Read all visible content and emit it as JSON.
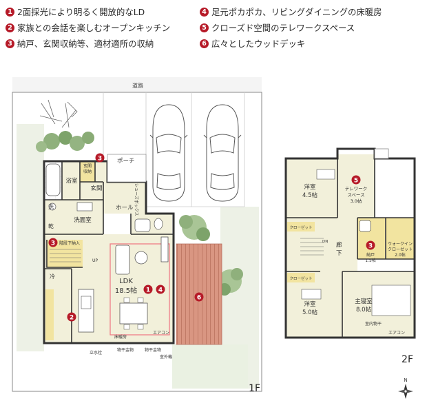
{
  "features": [
    {
      "num": "1",
      "text": "2面採光により明るく開放的なLD"
    },
    {
      "num": "2",
      "text": "家族との会話を楽しむオープンキッチン"
    },
    {
      "num": "3",
      "text": "納戸、玄関収納等、適材適所の収納"
    },
    {
      "num": "4",
      "text": "足元ポカポカ、リビングダイニングの床暖房"
    },
    {
      "num": "5",
      "text": "クローズド空間のテレワークスペース"
    },
    {
      "num": "6",
      "text": "広々としたウッドデッキ"
    }
  ],
  "floor1": {
    "label": "1F",
    "road": "道路",
    "rooms": {
      "bath": "浴室",
      "entrance_storage_1": "玄関",
      "entrance_storage_2": "収納",
      "porch": "ポーチ",
      "entrance": "玄関",
      "shoe_closet": "シューズボックス",
      "hall": "ホール",
      "wash": "洗",
      "dry": "乾",
      "washroom": "洗面室",
      "under_stairs": "階段下納入",
      "up": "UP",
      "fridge": "冷",
      "ldk": "LDK",
      "ldk_size": "18.5帖",
      "floor_heating": "床暖房",
      "aircon": "エアコン",
      "faucet": "立水栓",
      "storage_shed_1": "物干金物",
      "storage_shed_2": "物干金物",
      "outdoor_unit": "室外機"
    }
  },
  "floor2": {
    "label": "2F",
    "rooms": {
      "western1": "洋室",
      "western1_size": "4.5帖",
      "closet1": "クローゼット",
      "telework_1": "テレワーク",
      "telework_2": "スペース",
      "telework_size": "3.0帖",
      "hall_1": "廊",
      "hall_2": "下",
      "dn": "DN",
      "storage": "納戸",
      "storage_size": "1.5帖",
      "wic_1": "ウォークイン",
      "wic_2": "クローゼット",
      "wic_size": "2.0帖",
      "closet2": "クローゼット",
      "western2": "洋室",
      "western2_size": "5.0帖",
      "master": "主寝室",
      "master_size": "8.0帖",
      "indoor_dryer": "室内物干",
      "aircon": "エアコン"
    }
  },
  "north": "N",
  "colors": {
    "badge": "#b61a28",
    "wood": "#d99682",
    "room": "#f2f0da",
    "storage": "#f2e4a0",
    "garden": "#eaf0e0",
    "heating": "#ef7d86"
  }
}
